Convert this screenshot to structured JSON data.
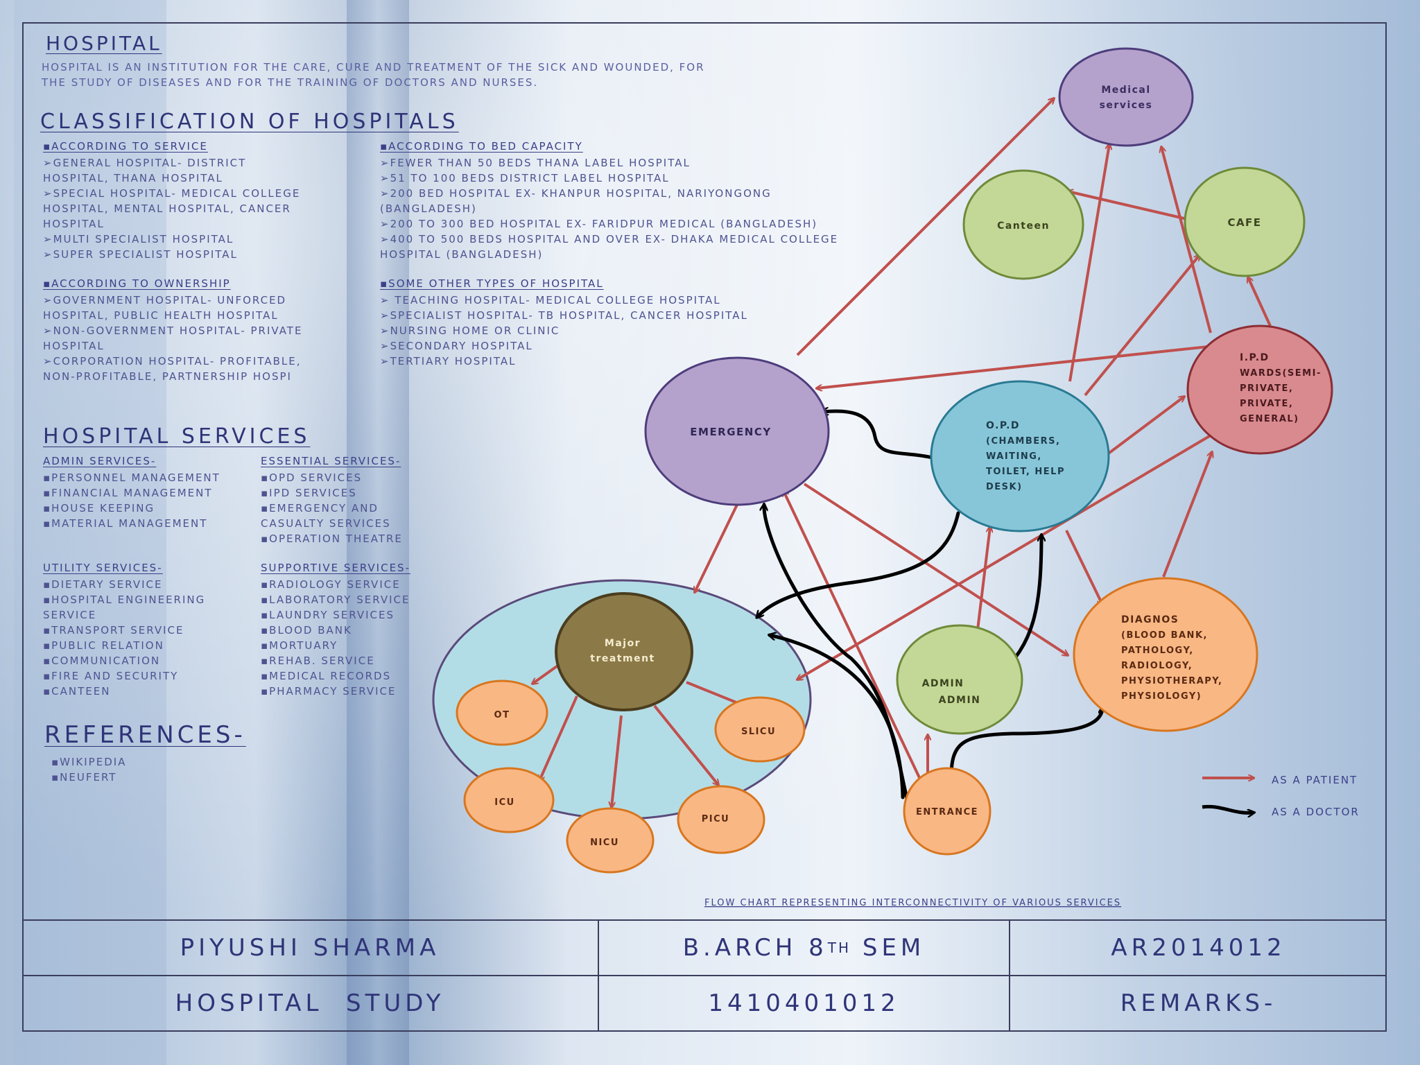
{
  "intro": {
    "title": "HOSPITAL",
    "line1": "HOSPITAL IS AN INSTITUTION FOR THE CARE, CURE AND TREATMENT  OF THE SICK AND WOUNDED, FOR",
    "line2": "THE STUDY OF DISEASES AND FOR THE TRAINING OF DOCTORS AND NURSES."
  },
  "classification": {
    "title": "CLASSIFICATION OF HOSPITALS",
    "service_head": "▪ACCORDING TO SERVICE",
    "service_items": "➢GENERAL HOSPITAL- DISTRICT\nHOSPITAL, THANA HOSPITAL\n➢SPECIAL HOSPITAL- MEDICAL COLLEGE\nHOSPITAL, MENTAL HOSPITAL, CANCER\nHOSPITAL\n➢MULTI SPECIALIST HOSPITAL\n➢SUPER SPECIALIST HOSPITAL",
    "ownership_head": "▪ACCORDING TO OWNERSHIP",
    "ownership_items": "➢GOVERNMENT HOSPITAL- UNFORCED\nHOSPITAL, PUBLIC HEALTH HOSPITAL\n➢NON-GOVERNMENT HOSPITAL- PRIVATE\nHOSPITAL\n➢CORPORATION HOSPITAL- PROFITABLE,\nNON-PROFITABLE, PARTNERSHIP HOSPI",
    "bed_head": "▪ACCORDING TO BED CAPACITY",
    "bed_items": "➢FEWER THAN 50 BEDS THANA LABEL HOSPITAL\n➢51 TO 100 BEDS DISTRICT LABEL HOSPITAL\n➢200 BED HOSPITAL EX- KHANPUR HOSPITAL, NARIYONGONG\n(BANGLADESH)\n➢200 TO 300 BED HOSPITAL EX- FARIDPUR MEDICAL (BANGLADESH)\n➢400 TO 500 BEDS HOSPITAL AND OVER EX- DHAKA MEDICAL COLLEGE\nHOSPITAL (BANGLADESH)",
    "other_head": "▪SOME OTHER TYPES OF HOSPITAL",
    "other_items": "➢ TEACHING HOSPITAL- MEDICAL COLLEGE HOSPITAL\n➢SPECIALIST HOSPITAL- TB HOSPITAL, CANCER HOSPITAL\n➢NURSING HOME OR CLINIC\n➢SECONDARY HOSPITAL\n➢TERTIARY HOSPITAL"
  },
  "services": {
    "title": "HOSPITAL SERVICES",
    "admin_head": "ADMIN SERVICES-",
    "admin_items": "▪PERSONNEL MANAGEMENT\n▪FINANCIAL MANAGEMENT\n▪HOUSE KEEPING\n▪MATERIAL MANAGEMENT",
    "essential_head": "ESSENTIAL SERVICES-",
    "essential_items": "▪OPD SERVICES\n▪IPD SERVICES\n▪EMERGENCY AND\n CASUALTY SERVICES\n▪OPERATION THEATRE",
    "utility_head": "UTILITY SERVICES-",
    "utility_items": "▪DIETARY SERVICE\n▪HOSPITAL ENGINEERING\n SERVICE\n▪TRANSPORT SERVICE\n▪PUBLIC RELATION\n▪COMMUNICATION\n▪FIRE AND SECURITY\n▪CANTEEN",
    "supportive_head": "SUPPORTIVE SERVICES-",
    "supportive_items": "▪RADIOLOGY SERVICE\n▪LABORATORY SERVICE\n▪LAUNDRY SERVICES\n▪BLOOD BANK\n▪MORTUARY\n▪REHAB. SERVICE\n▪MEDICAL RECORDS\n▪PHARMACY SERVICE"
  },
  "references": {
    "title": "REFERENCES-",
    "items": "▪WIKIPEDIA\n▪NEUFERT"
  },
  "diagram": {
    "nodes": {
      "medical": [
        "Medical",
        "services"
      ],
      "canteen": [
        "Canteen"
      ],
      "cafe": [
        "CAFE"
      ],
      "ipd": [
        "I.P.D",
        "WARDS(SEMI-",
        "PRIVATE,",
        "PRIVATE,",
        "GENERAL)"
      ],
      "emergency": [
        "EMERGENCY"
      ],
      "opd": [
        "O.P.D",
        "(CHAMBERS,",
        "WAITING,",
        "TOILET, HELP",
        "DESK)"
      ],
      "diagnos": [
        "DIAGNOS",
        "(BLOOD BANK,",
        "PATHOLOGY,",
        "RADIOLOGY,",
        "PHYSIOTHERAPY,",
        "PHYSIOLOGY)"
      ],
      "admin": [
        "ADMIN",
        "ADMIN"
      ],
      "entrance": [
        "ENTRANCE"
      ],
      "major": [
        "Major",
        "treatment"
      ],
      "ot": [
        "OT"
      ],
      "slicu": [
        "SLICU"
      ],
      "icu": [
        "ICU"
      ],
      "nicu": [
        "NICU"
      ],
      "picu": [
        "PICU"
      ]
    },
    "legend_patient": "AS A PATIENT",
    "legend_doctor": "AS A DOCTOR",
    "caption": "FLOW  CHART REPRESENTING INTERCONNECTIVITY OF VARIOUS SERVICES",
    "colors": {
      "patient_arrow": "#c0504d",
      "doctor_arrow": "#000000",
      "purple": "#b4a2cc",
      "green": "#c3d896",
      "red": "#d98a8e",
      "cyan": "#87c6d8",
      "orange": "#f9b784",
      "olive": "#8b7a47",
      "bigcircle": "#b3dde6"
    }
  },
  "titleblock": {
    "name": "PIYUSHI SHARMA",
    "course": "B.ARCH 8",
    "course_sup": "TH",
    "course_tail": " SEM",
    "code": "AR2014012",
    "subject": "HOSPITAL  STUDY",
    "roll": "1410401012",
    "remarks": "REMARKS-"
  }
}
